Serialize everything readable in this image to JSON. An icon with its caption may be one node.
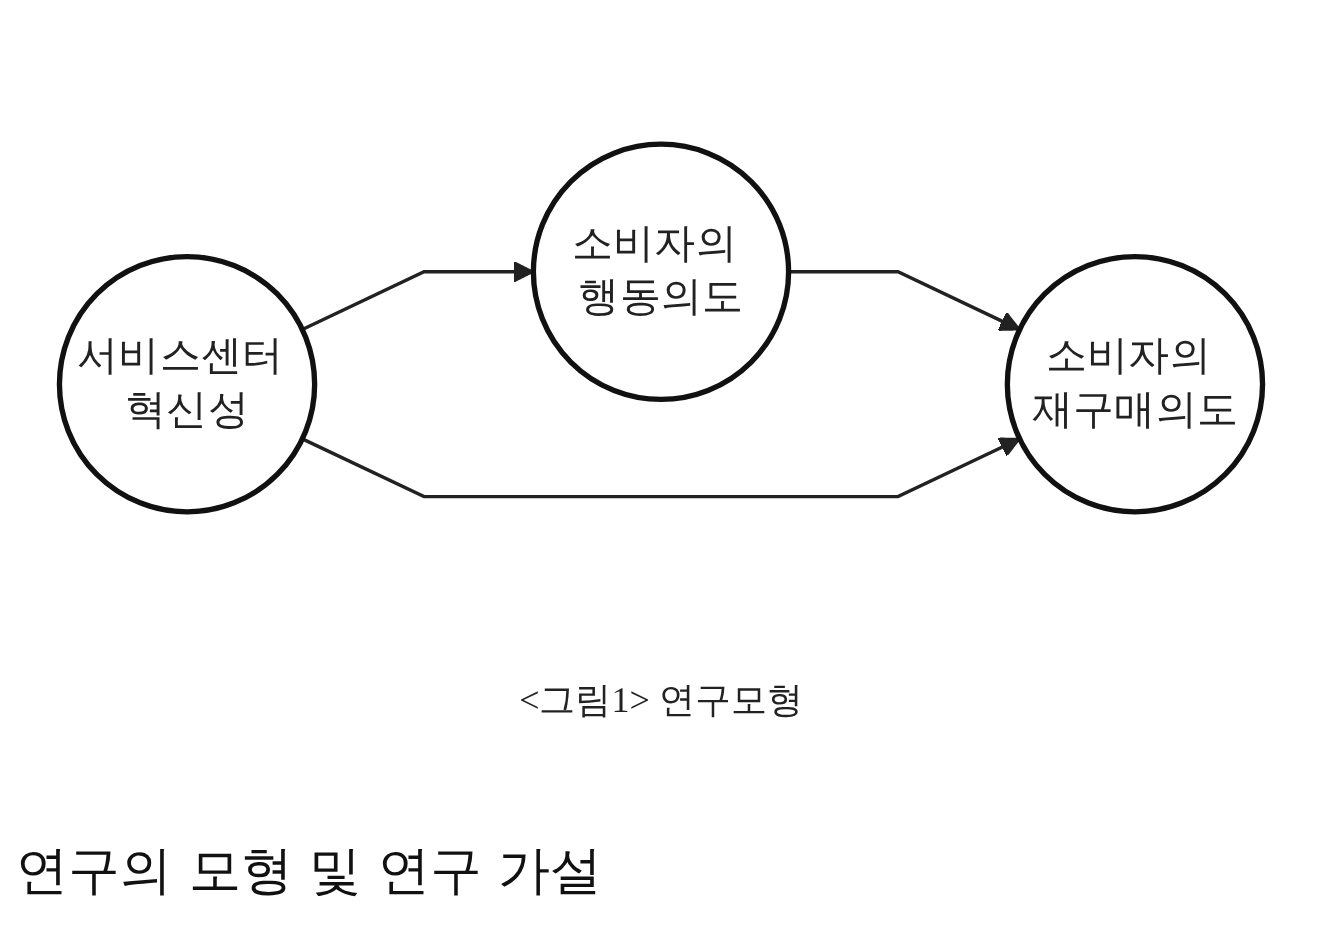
{
  "diagram": {
    "caption": "<그림1> 연구모형",
    "nodes": [
      {
        "text": [
          "소비자의 행동의도"
        ]
      },
      {
        "text": [
          "서비스센터 혁신성"
        ]
      },
      {
        "text": [
          "소비자의 재구매의도"
        ]
      }
    ],
    "edges": [
      {
        "from": 1,
        "to": 0,
        "arrow": "to"
      },
      {
        "from": 0,
        "to": 2,
        "arrow": "to"
      },
      {
        "from": 1,
        "to": 2,
        "arrow": "to"
      }
    ],
    "labels": [
      "연구의 모형 및 연구 가설"
    ]
  }
}
